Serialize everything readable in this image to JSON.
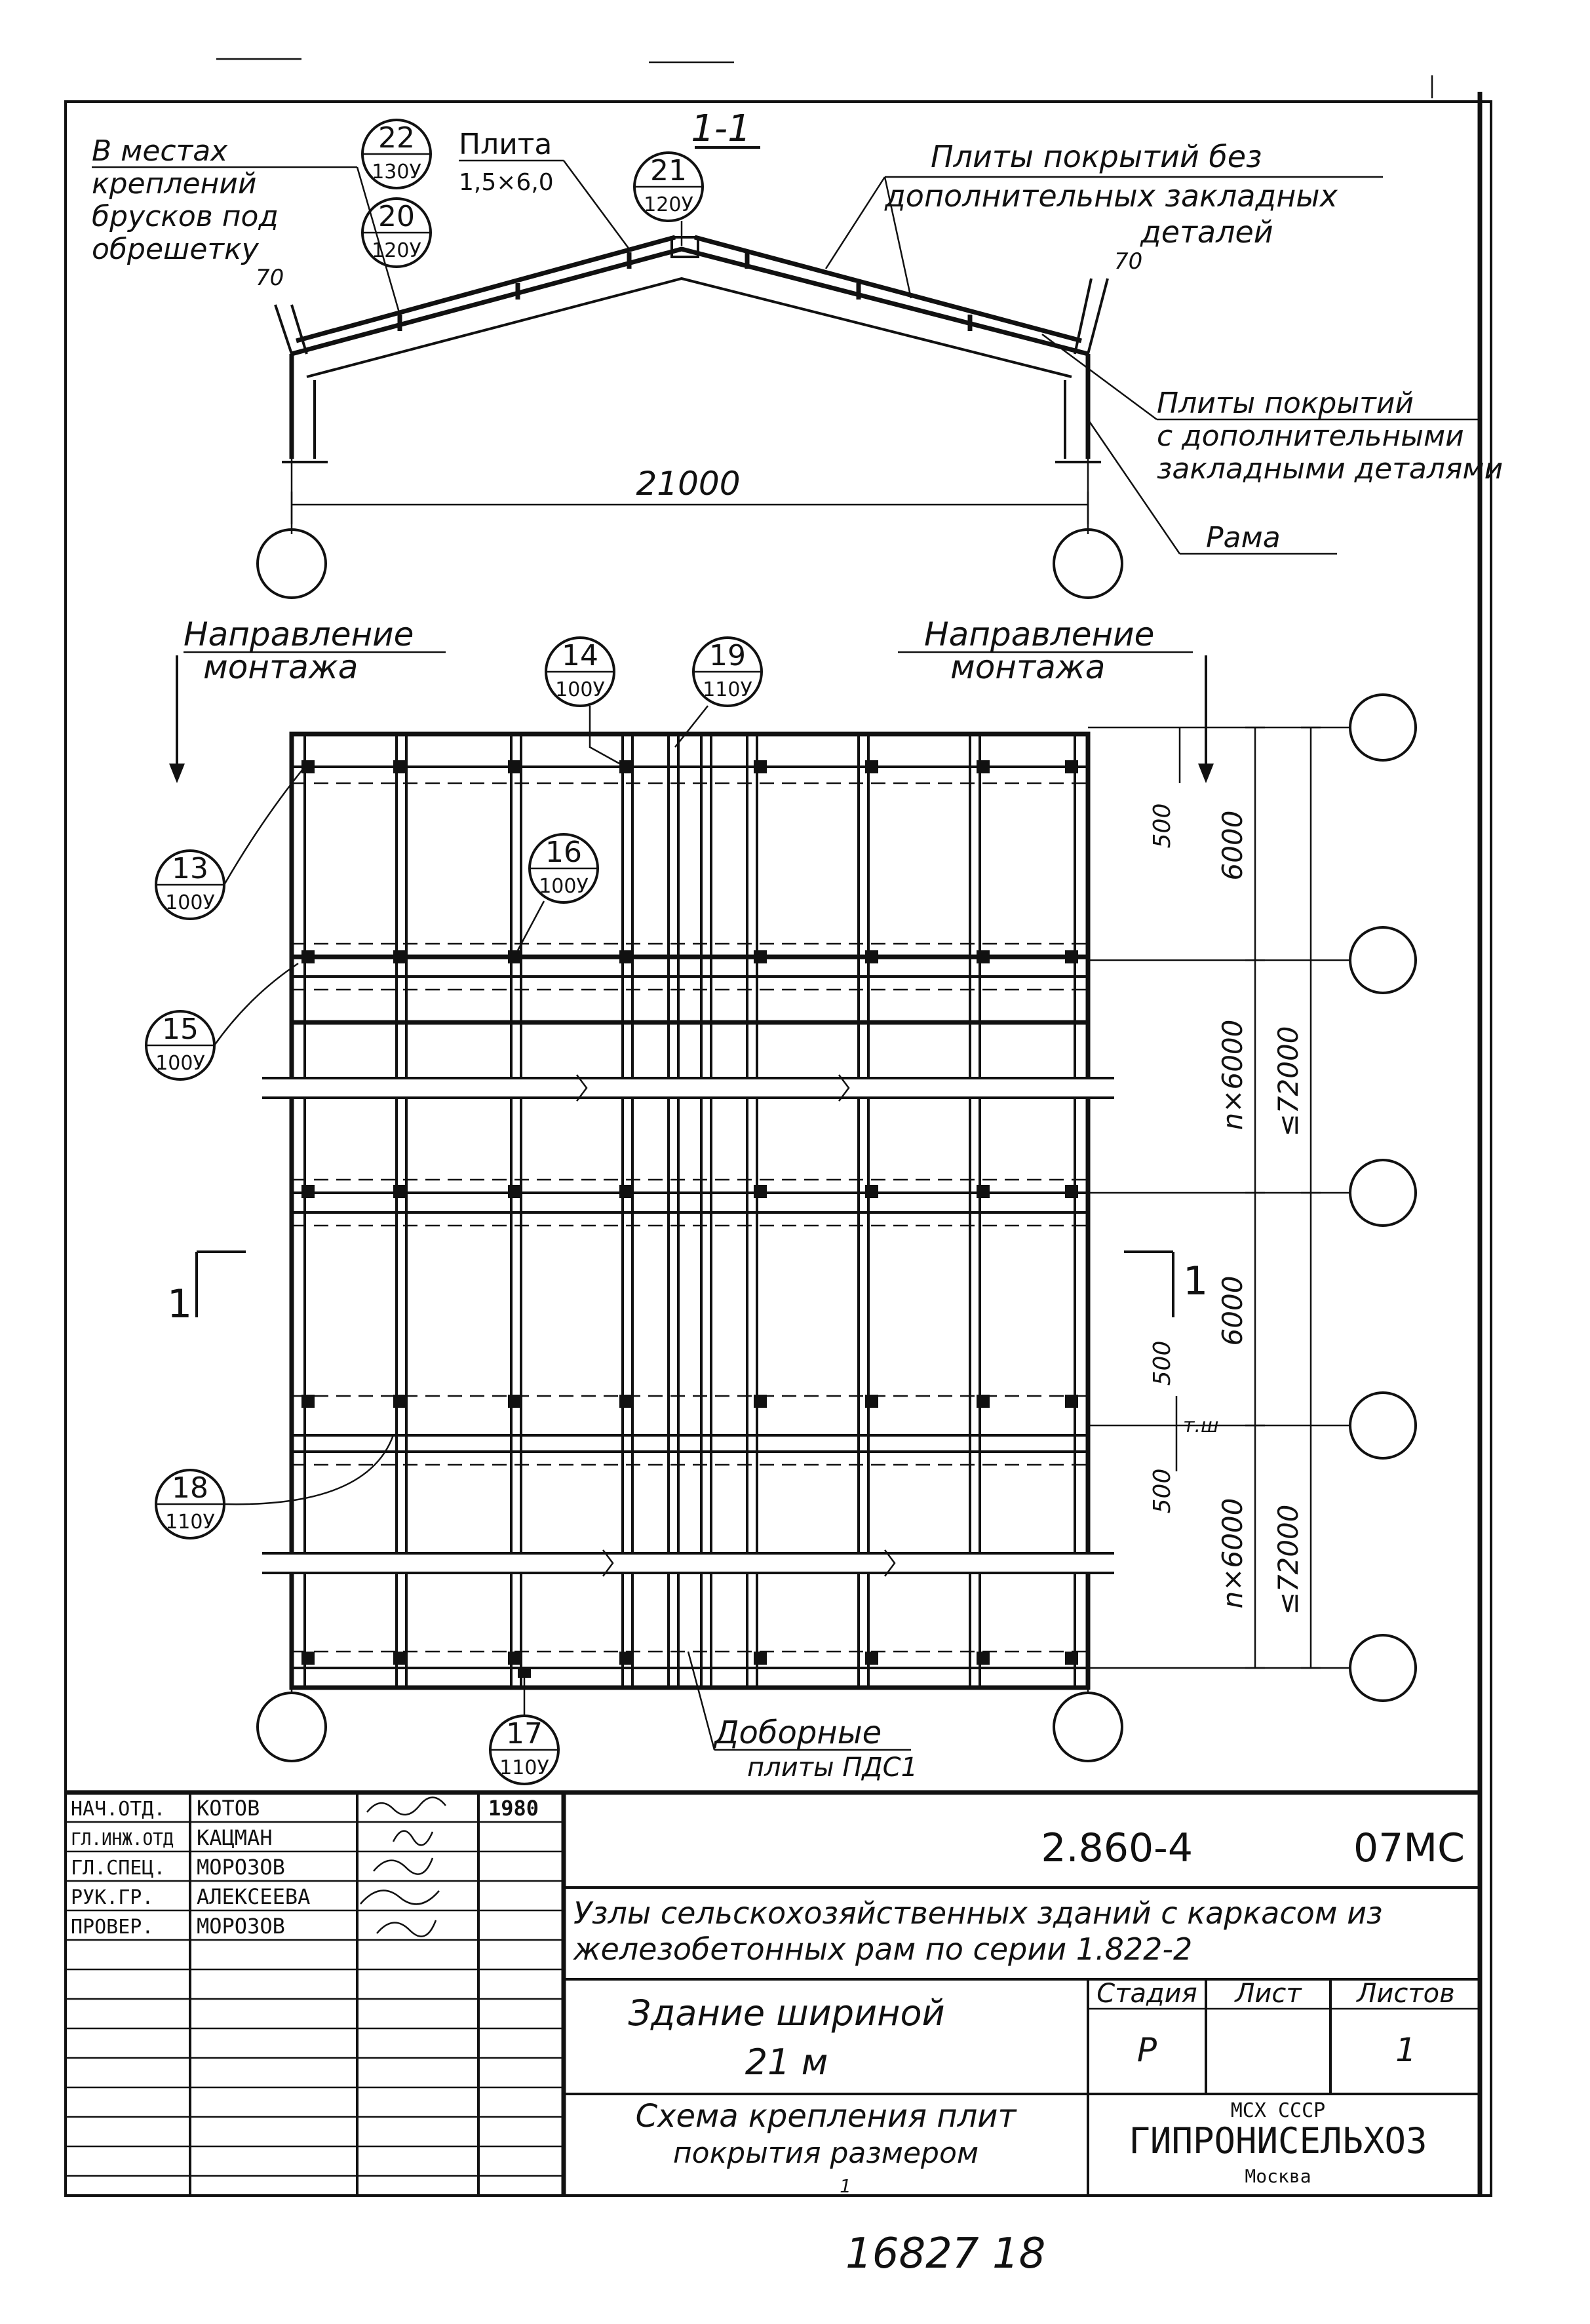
{
  "section": {
    "title": "1-1",
    "note_left": [
      "В местах",
      "креплений",
      "брусков под",
      "обрешетку"
    ],
    "plita_label": "Плита",
    "plita_size": "1,5×6,0",
    "note_top_right": [
      "Плиты покрытий без",
      "дополнительных закладных",
      "деталей"
    ],
    "note_bottom_right": [
      "Плиты покрытий",
      "с дополнительными",
      "закладными деталями"
    ],
    "frame_label": "Рама",
    "span": "21000",
    "offset_left": "70",
    "offset_right": "70"
  },
  "callouts": [
    {
      "num": "22",
      "sheet": "130У"
    },
    {
      "num": "20",
      "sheet": "120У"
    },
    {
      "num": "21",
      "sheet": "120У"
    },
    {
      "num": "14",
      "sheet": "100У"
    },
    {
      "num": "19",
      "sheet": "110У"
    },
    {
      "num": "13",
      "sheet": "100У"
    },
    {
      "num": "16",
      "sheet": "100У"
    },
    {
      "num": "15",
      "sheet": "100У"
    },
    {
      "num": "18",
      "sheet": "110У"
    },
    {
      "num": "17",
      "sheet": "110У"
    }
  ],
  "plan": {
    "direction_label": [
      "Направление",
      "монтажа"
    ],
    "section_mark": "1",
    "dims": {
      "d500": "500",
      "d6000": "6000",
      "n6000": "n×6000",
      "le72000": "≤72000",
      "tsh": "т.ш"
    },
    "extra_plates": [
      "Доборные",
      "плиты ПДС1"
    ]
  },
  "title_block": {
    "roles": [
      "НАЧ.ОТД.",
      "ГЛ.ИНЖ.ОТД",
      "ГЛ.СПЕЦ.",
      "РУК.ГР.",
      "ПРОВЕР."
    ],
    "names": [
      "КОТОВ",
      "КАЦМАН",
      "МОРОЗОВ",
      "АЛЕКСЕЕВА",
      "МОРОЗОВ"
    ],
    "year": "1980",
    "code": "2.860-4",
    "sheet_code": "07МС",
    "description": [
      "Узлы сельскохозяйственных зданий с каркасом из",
      "железобетонных рам по серии 1.822-2"
    ],
    "building": [
      "Здание шириной",
      "21 м"
    ],
    "stage_header": "Стадия",
    "sheet_header": "Лист",
    "sheets_header": "Листов",
    "stage": "Р",
    "sheet": "",
    "sheets": "1",
    "scheme": [
      "Схема крепления плит",
      "покрытия размером"
    ],
    "scheme_sub": "1",
    "org_top": "МСХ СССР",
    "org": "ГИПРОНИСЕЛЬХОЗ",
    "city": "Москва"
  },
  "archive_number": "16827 18"
}
